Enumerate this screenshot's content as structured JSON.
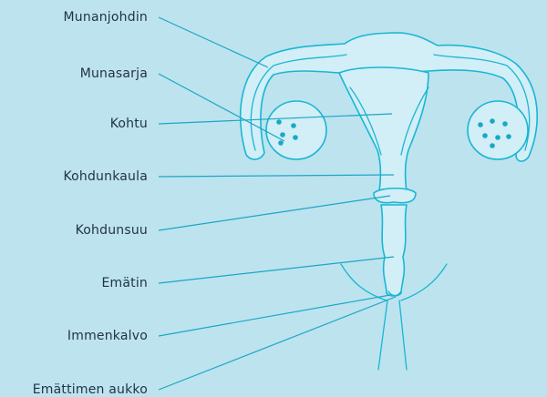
{
  "labels": {
    "fallopian_tube": "Munanjohdin",
    "ovary": "Munasarja",
    "uterus": "Kohtu",
    "cervix": "Kohdunkaula",
    "cervical_os": "Kohdunsuu",
    "vagina": "Emätin",
    "hymen": "Immenkalvo",
    "vaginal_opening": "Emättimen aukko"
  },
  "colors": {
    "background": "#bde3ef",
    "organ_fill": "#d2eef6",
    "organ_stroke": "#18b7d3",
    "leader_line": "#1aa7c4",
    "text": "#1f3340"
  }
}
